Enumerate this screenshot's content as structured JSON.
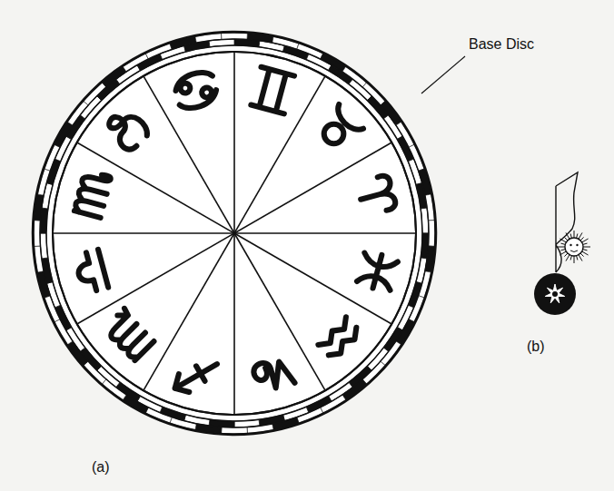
{
  "diagram": {
    "labels": [
      "Base Disc",
      "(a)",
      "(b)"
    ]
  }
}
